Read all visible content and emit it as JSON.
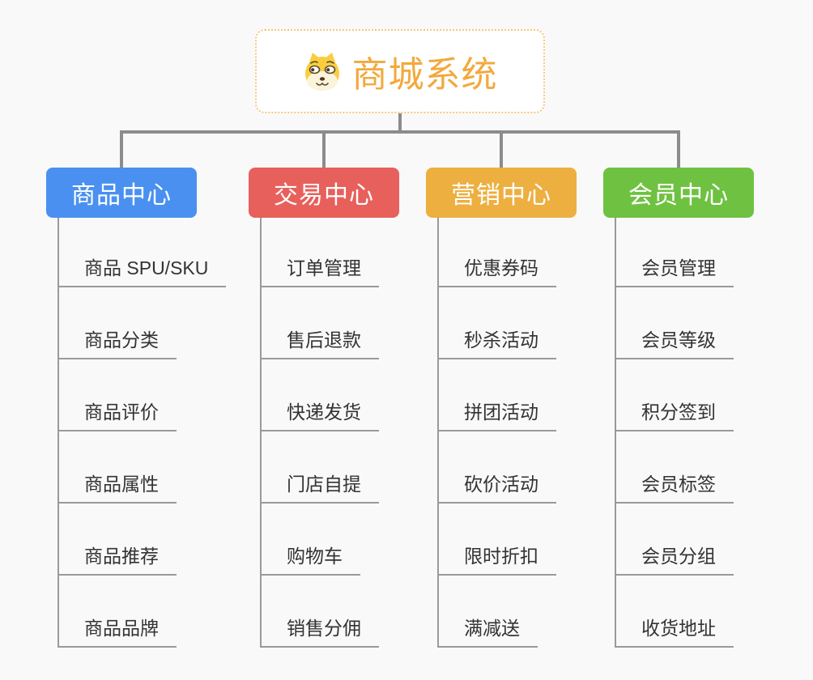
{
  "colors": {
    "background": "#f9f9f9",
    "connector": "#8c8c8c",
    "leaf_line": "#9a9a9a",
    "root_border": "#f6c77c",
    "root_text": "#f2a93d",
    "leaf_text": "#333333",
    "branch_text": "#ffffff",
    "branch_blue": "#4a90f0",
    "branch_red": "#e8605b",
    "branch_orange": "#edaf40",
    "branch_green": "#6fc241"
  },
  "root": {
    "label": "商城系统",
    "icon": "shiba-dog-icon"
  },
  "branches": [
    {
      "label": "商品中心",
      "color": "#4a90f0",
      "children": [
        "商品 SPU/SKU",
        "商品分类",
        "商品评价",
        "商品属性",
        "商品推荐",
        "商品品牌"
      ]
    },
    {
      "label": "交易中心",
      "color": "#e8605b",
      "children": [
        "订单管理",
        "售后退款",
        "快递发货",
        "门店自提",
        "购物车",
        "销售分佣"
      ]
    },
    {
      "label": "营销中心",
      "color": "#edaf40",
      "children": [
        "优惠券码",
        "秒杀活动",
        "拼团活动",
        "砍价活动",
        "限时折扣",
        "满减送"
      ]
    },
    {
      "label": "会员中心",
      "color": "#6fc241",
      "children": [
        "会员管理",
        "会员等级",
        "积分签到",
        "会员标签",
        "会员分组",
        "收货地址"
      ]
    }
  ]
}
